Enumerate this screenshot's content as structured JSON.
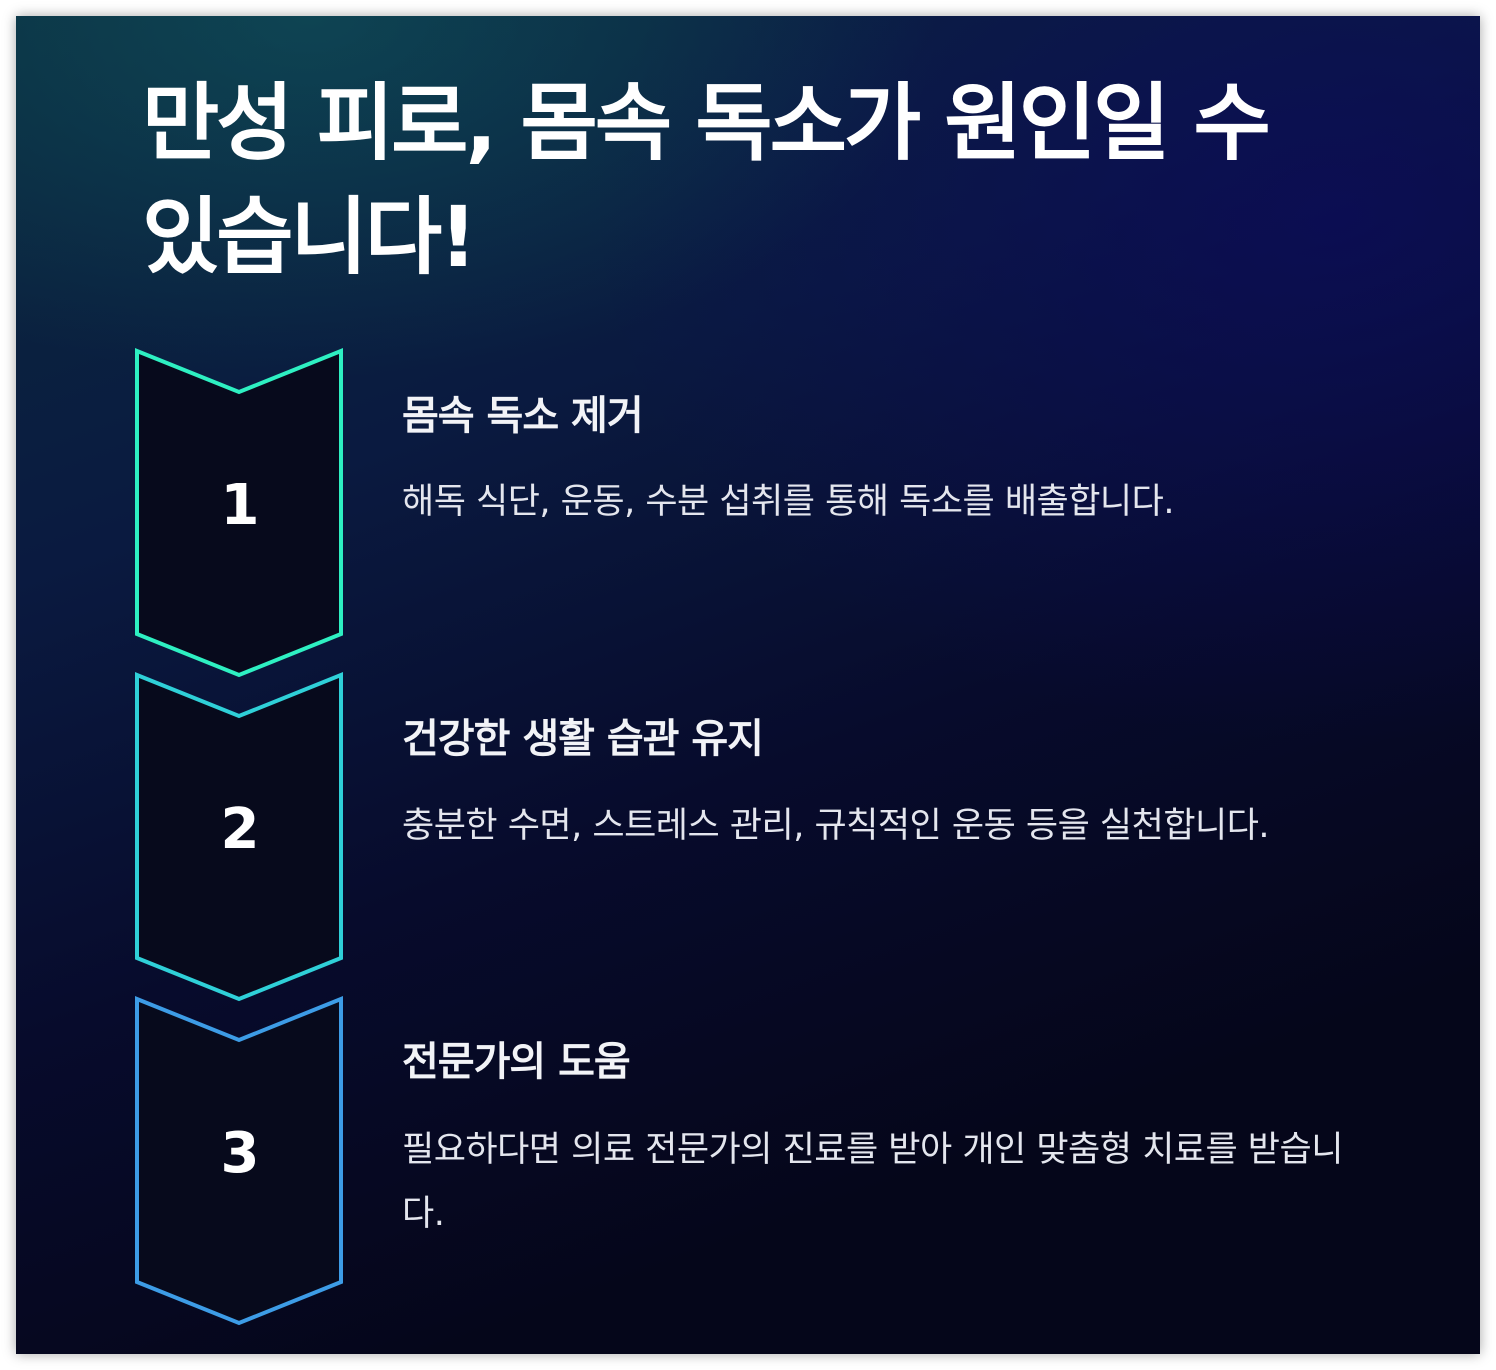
{
  "title": "만성 피로, 몸속 독소가 원인일 수 있습니다!",
  "colors": {
    "step1_stroke": "#2ef0c2",
    "step2_stroke": "#2fd0d8",
    "step3_stroke": "#3d9ce6"
  },
  "steps": [
    {
      "number": "1",
      "title": "몸속 독소 제거",
      "description": "해독 식단, 운동, 수분 섭취를 통해 독소를 배출합니다."
    },
    {
      "number": "2",
      "title": "건강한 생활 습관 유지",
      "description": "충분한 수면, 스트레스 관리, 규칙적인 운동 등을 실천합니다."
    },
    {
      "number": "3",
      "title": "전문가의 도움",
      "description": "필요하다면 의료 전문가의 진료를 받아 개인 맞춤형 치료를 받습니다."
    }
  ]
}
